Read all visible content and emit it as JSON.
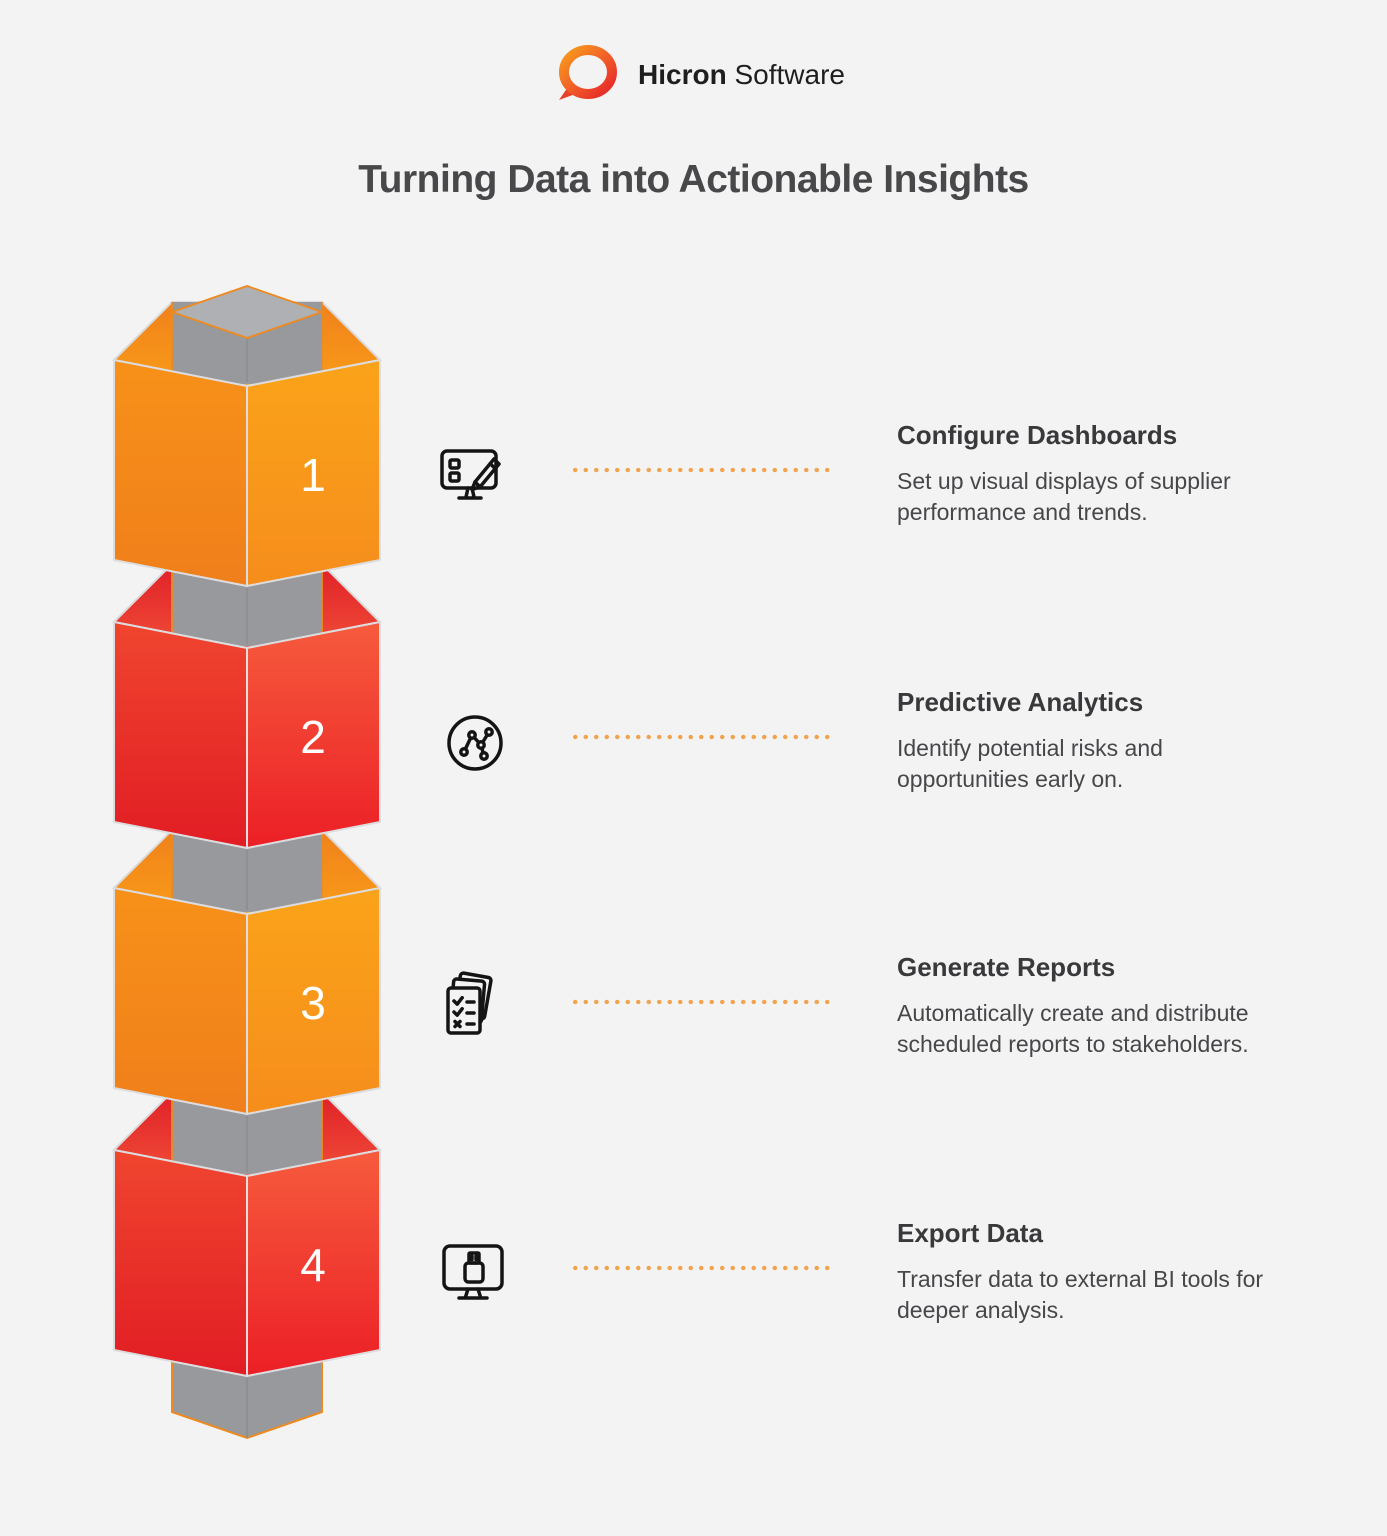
{
  "brand": {
    "logo_icon": "hicron-logo-icon",
    "name_bold": "Hicron",
    "name_light": "Software"
  },
  "title": "Turning Data into Actionable Insights",
  "steps": [
    {
      "number": "1",
      "theme": "orange",
      "icon": "dashboard-edit-icon",
      "heading": "Configure Dashboards",
      "body": "Set up visual displays of supplier performance and trends."
    },
    {
      "number": "2",
      "theme": "red",
      "icon": "predictive-analytics-icon",
      "heading": "Predictive Analytics",
      "body": "Identify potential risks and opportunities early on."
    },
    {
      "number": "3",
      "theme": "orange",
      "icon": "generate-reports-icon",
      "heading": "Generate Reports",
      "body": "Automatically create and distribute scheduled reports to stakeholders."
    },
    {
      "number": "4",
      "theme": "red",
      "icon": "export-data-icon",
      "heading": "Export Data",
      "body": "Transfer data to external BI tools for deeper analysis."
    }
  ],
  "colors": {
    "background": "#F3F3F4",
    "orange": "#F7941E",
    "red": "#EC1C24",
    "gray_column": "#97999C",
    "column_outline": "#EE8A1F",
    "cube_outline": "#DDDDDF",
    "dotted_line": "#F2A34D",
    "heading_text": "#39393B",
    "body_text": "#47474A",
    "brand_text": "#1E1E1E",
    "number_text": "#FFFFFF"
  }
}
